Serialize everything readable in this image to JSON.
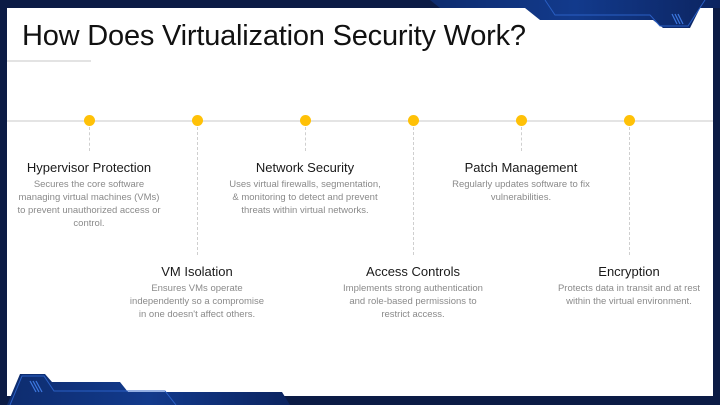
{
  "slide": {
    "title": "How Does Virtualization Security Work?",
    "accent_color": "#ffc107",
    "frame_color": "#0b1b45"
  },
  "timeline": {
    "items": [
      {
        "title": "Hypervisor Protection",
        "description": "Secures the core software managing virtual machines (VMs) to prevent unauthorized access or control.",
        "position": "top"
      },
      {
        "title": "VM Isolation",
        "description": "Ensures VMs operate independently so a compromise in one doesn't affect others.",
        "position": "bottom"
      },
      {
        "title": "Network Security",
        "description": "Uses virtual firewalls, segmentation, & monitoring to detect and prevent threats within virtual networks.",
        "position": "top"
      },
      {
        "title": "Access Controls",
        "description": "Implements strong authentication and role-based permissions to restrict access.",
        "position": "bottom"
      },
      {
        "title": "Patch Management",
        "description": "Regularly updates software to fix vulnerabilities.",
        "position": "top"
      },
      {
        "title": "Encryption",
        "description": "Protects data in transit and at rest within the virtual environment.",
        "position": "bottom"
      }
    ]
  }
}
